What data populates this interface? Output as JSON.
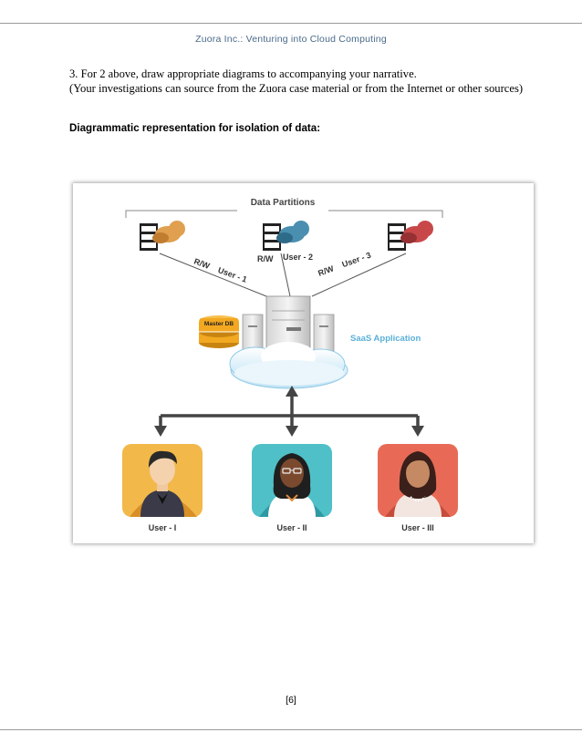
{
  "header": {
    "title": "Zuora Inc.: Venturing into Cloud Computing"
  },
  "question": {
    "line1": "3. For 2 above, draw appropriate diagrams to accompanying your narrative.",
    "line2": "(Your investigations can source from the Zuora case material or from the Internet or other sources)"
  },
  "section_heading": "Diagrammatic representation for isolation of data:",
  "diagram": {
    "title": "Data Partitions",
    "links": [
      {
        "access": "R/W",
        "user": "User - 1"
      },
      {
        "access": "R/W",
        "user": "User - 2"
      },
      {
        "access": "R/W",
        "user": "User - 3"
      }
    ],
    "master_db_label": "Master DB",
    "app_label": "SaaS Application",
    "users": [
      {
        "label": "User - I"
      },
      {
        "label": "User - II"
      },
      {
        "label": "User - III"
      }
    ],
    "colors": {
      "partition_1": "#e0a050",
      "partition_2": "#4a8fb0",
      "partition_3": "#c8484a",
      "saas_label": "#5ab0d8",
      "db": "#f2a820",
      "user_1_bg": "#f2b84a",
      "user_2_bg": "#4fc0c8",
      "user_3_bg": "#e86a56"
    }
  },
  "footer": {
    "page_number": "[6]"
  }
}
